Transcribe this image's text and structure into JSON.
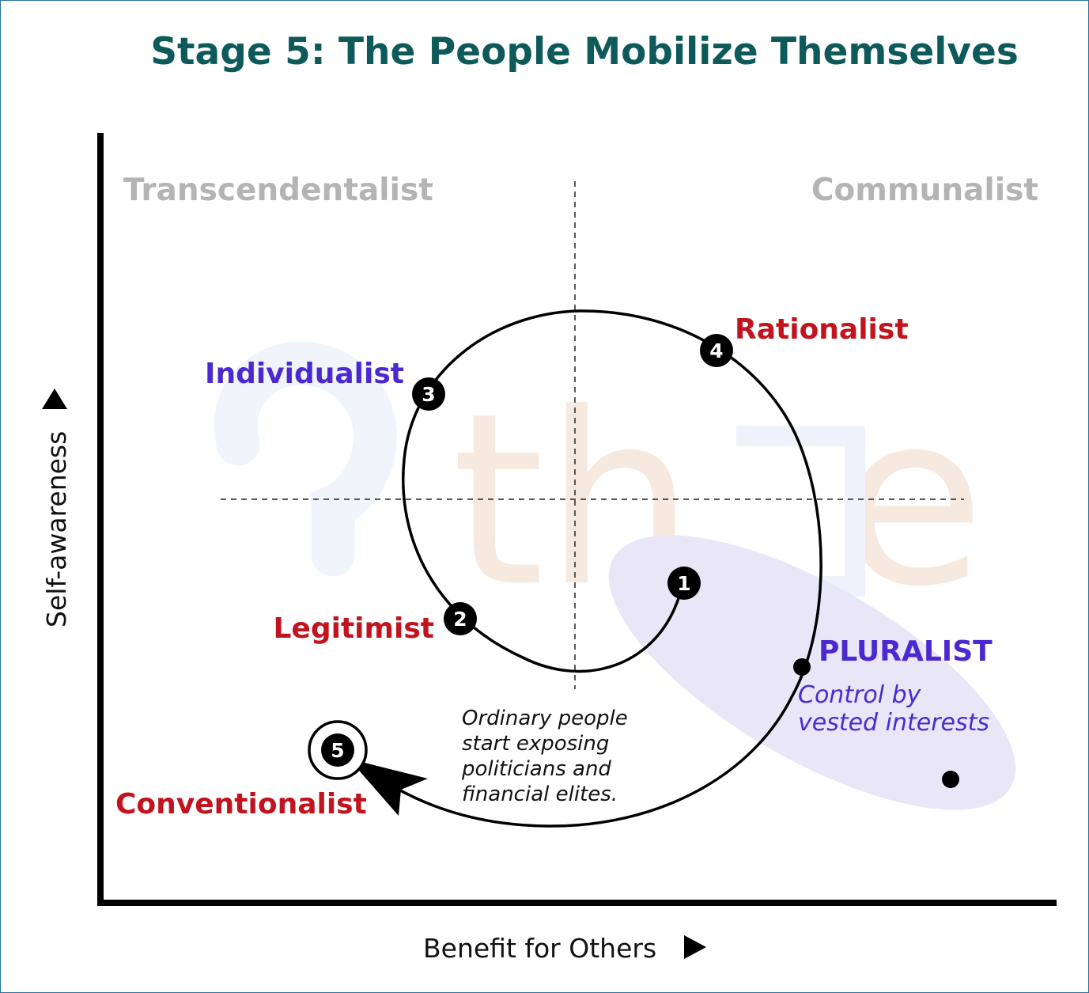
{
  "title": "Stage 5: The People Mobilize Themselves",
  "quadrants": {
    "top_left": "Transcendentalist",
    "top_right": "Communalist"
  },
  "axes": {
    "y": "Self-awareness",
    "x": "Benefit for Others"
  },
  "stages": [
    {
      "number": "1",
      "label": ""
    },
    {
      "number": "2",
      "label": "Legitimist"
    },
    {
      "number": "3",
      "label": "Individualist"
    },
    {
      "number": "4",
      "label": "Rationalist"
    },
    {
      "number": "5",
      "label": "Conventionalist"
    }
  ],
  "pluralist": {
    "label": "PLURALIST",
    "line1": "Control by",
    "line2": "vested interests"
  },
  "annotation": {
    "line1": "Ordinary people",
    "line2": "start exposing",
    "line3": "politicians and",
    "line4": "financial elites."
  },
  "colors": {
    "title": "#0e5a5a",
    "red_label": "#c1141e",
    "purple_label": "#4a2ad0",
    "quadrant_label": "#b4b4b4",
    "ellipse_fill": "#e9e6f8"
  }
}
